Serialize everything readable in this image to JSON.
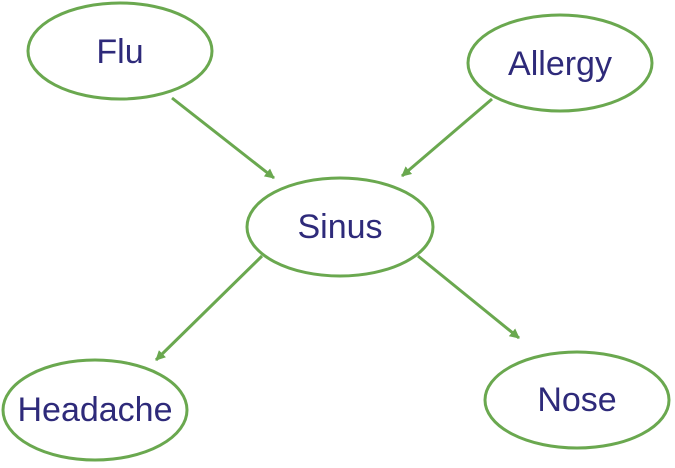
{
  "colors": {
    "node_stroke": "#6aa84f",
    "edge": "#6aa84f",
    "label": "#2e2a7a",
    "background": "#ffffff"
  },
  "nodes": {
    "flu": {
      "label": "Flu"
    },
    "allergy": {
      "label": "Allergy"
    },
    "sinus": {
      "label": "Sinus"
    },
    "headache": {
      "label": "Headache"
    },
    "nose": {
      "label": "Nose"
    }
  },
  "edges": [
    {
      "from": "Flu",
      "to": "Sinus"
    },
    {
      "from": "Allergy",
      "to": "Sinus"
    },
    {
      "from": "Sinus",
      "to": "Headache"
    },
    {
      "from": "Sinus",
      "to": "Nose"
    }
  ]
}
